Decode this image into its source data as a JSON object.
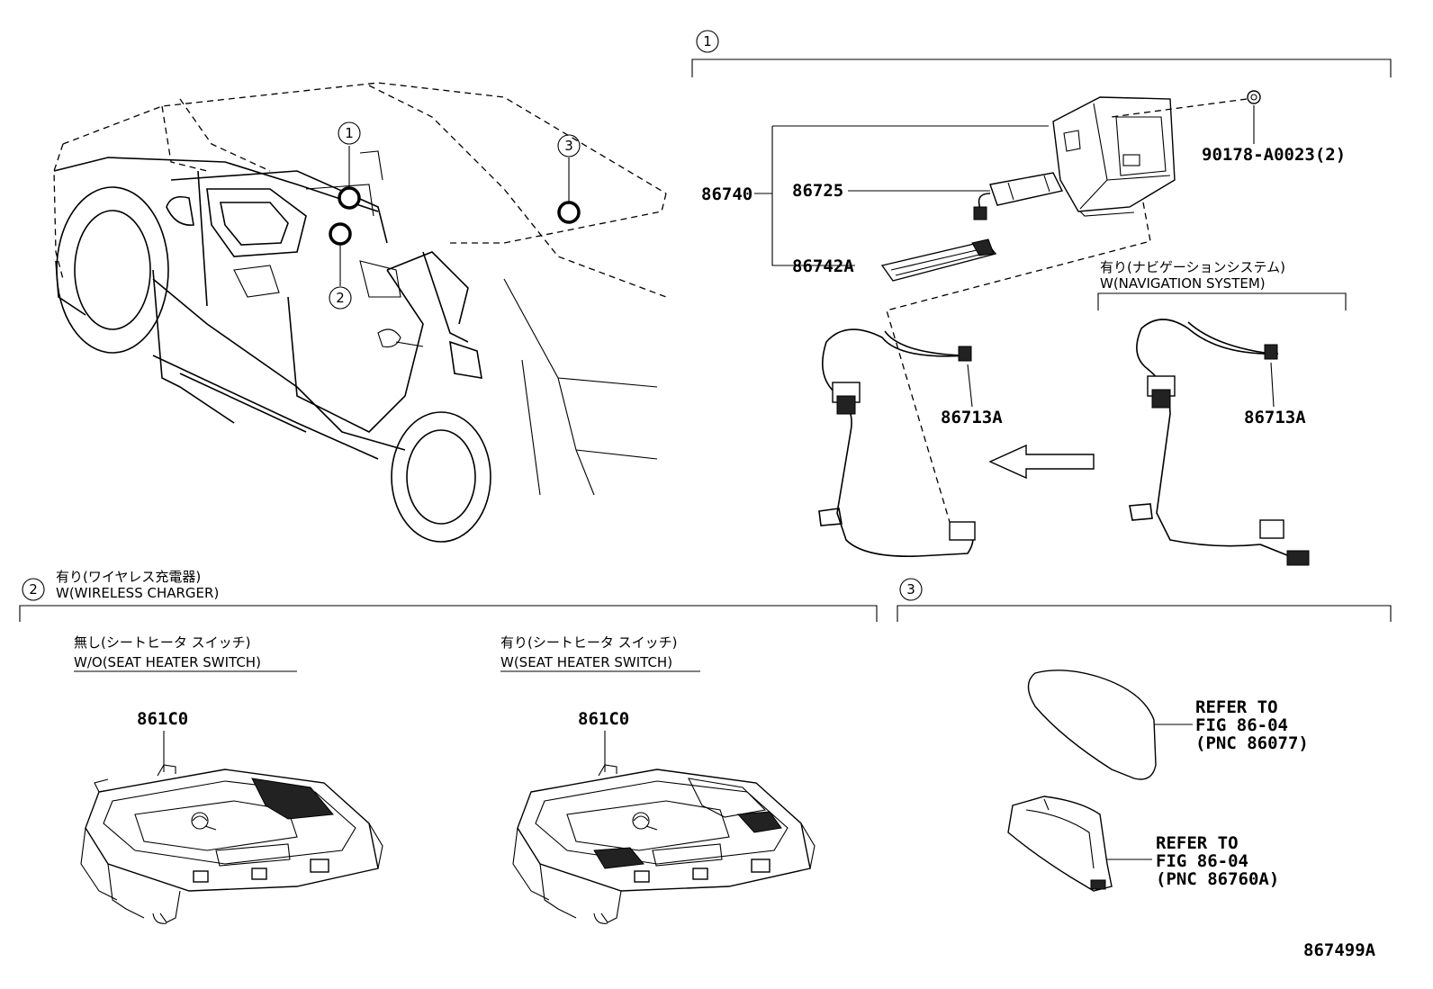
{
  "sections": {
    "s1": {
      "marker": "1"
    },
    "s2": {
      "marker": "2",
      "label_jp": "有り(ワイヤレス充電器)",
      "label_en": "W(WIRELESS CHARGER)"
    },
    "s3": {
      "marker": "3"
    }
  },
  "vehicle_markers": [
    "1",
    "2",
    "3"
  ],
  "parts": {
    "p86740": "86740",
    "p86725": "86725",
    "p86742A": "86742A",
    "p90178": "90178-A0023(2)",
    "p86713A_left": "86713A",
    "p86713A_right": "86713A",
    "p861C0_left": "861C0",
    "p861C0_right": "861C0"
  },
  "variants": {
    "nav": {
      "jp": "有り(ナビゲーションシステム)",
      "en": "W(NAVIGATION SYSTEM)"
    },
    "wo_seat": {
      "jp": "無し(シートヒータ スイッチ)",
      "en": "W/O(SEAT HEATER SWITCH)"
    },
    "w_seat": {
      "jp": "有り(シートヒータ スイッチ)",
      "en": "W(SEAT HEATER SWITCH)"
    }
  },
  "refs": {
    "r1": {
      "line1": "REFER TO",
      "line2": "FIG 86-04",
      "line3": "(PNC 86077)"
    },
    "r2": {
      "line1": "REFER TO",
      "line2": "FIG 86-04",
      "line3": "(PNC 86760A)"
    }
  },
  "figure_id": "867499A",
  "icons": [
    "wireless-charging-icon",
    "arrow-left-icon",
    "clip-icon"
  ]
}
